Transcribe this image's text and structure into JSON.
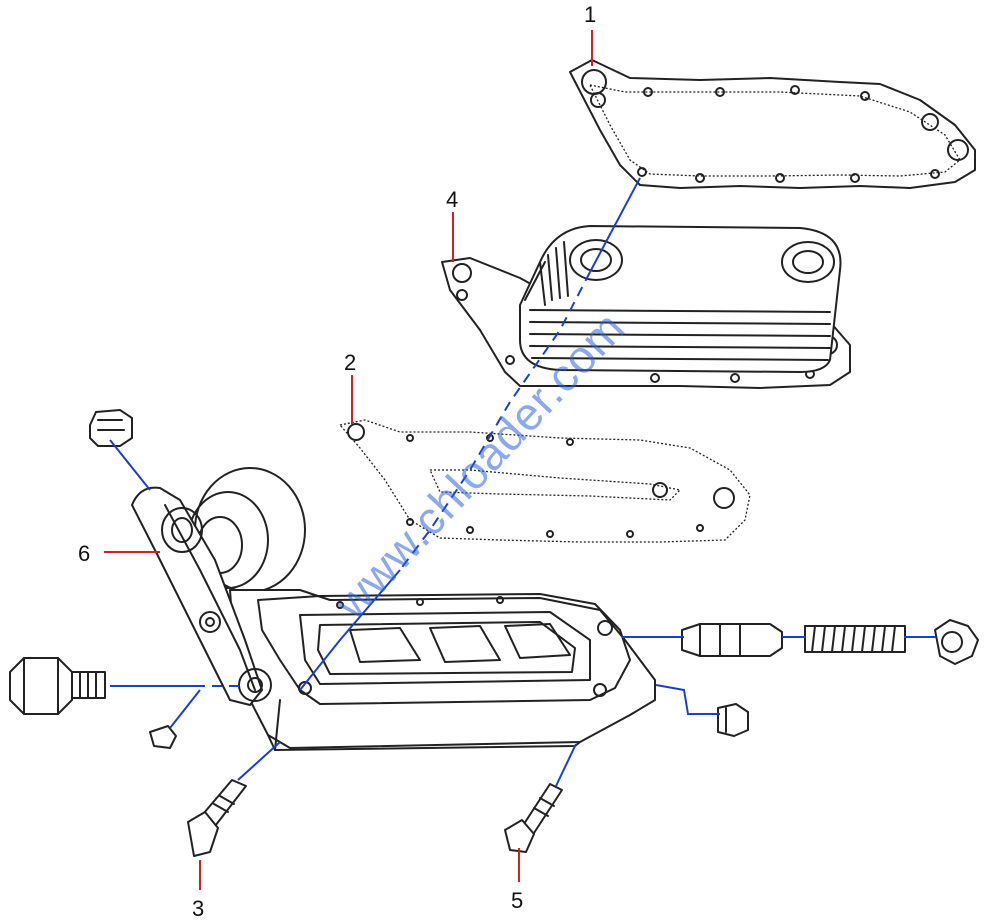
{
  "callouts": {
    "c1": "1",
    "c2": "2",
    "c3": "3",
    "c4": "4",
    "c5": "5",
    "c6": "6"
  },
  "watermark": "www.chloader.com",
  "colors": {
    "line_art": "#222222",
    "leader_red": "#d81f1f",
    "assembly_blue": "#1a3fd0",
    "watermark_blue": "#2a63e0"
  }
}
